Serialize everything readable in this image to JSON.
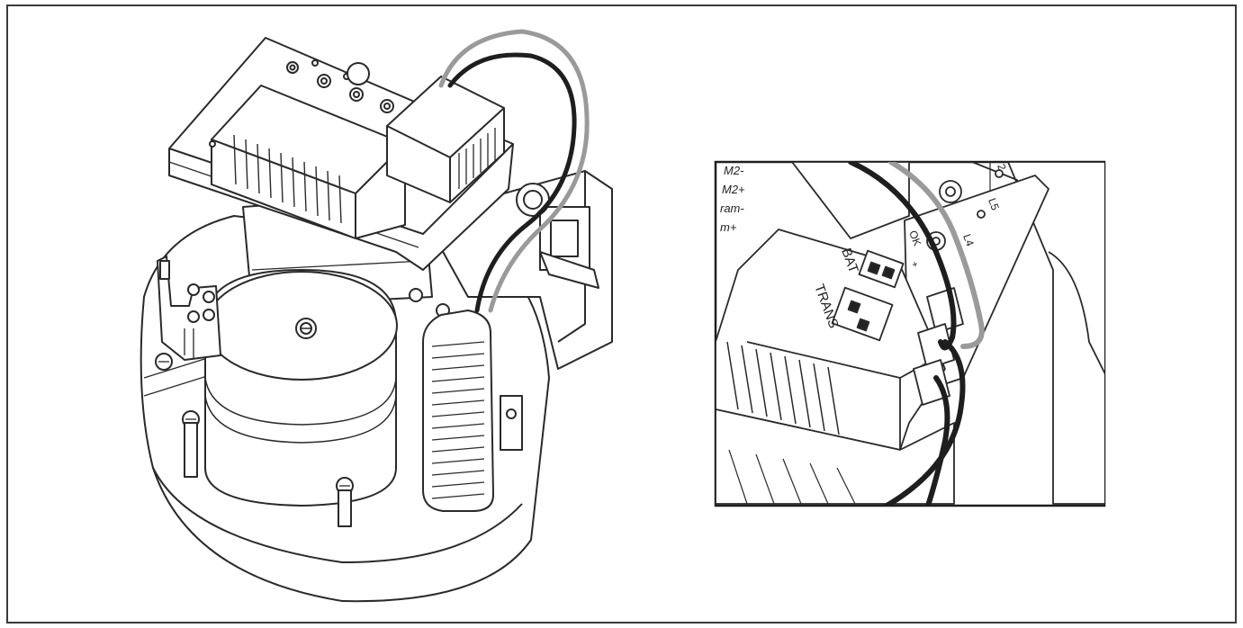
{
  "diagram": {
    "wire_colors": {
      "black": "#1e1e1e",
      "grey": "#9a9a9a",
      "line": "#2a2a2a"
    },
    "inset_labels": {
      "m2_minus": "M2-",
      "m2_plus": "M2+",
      "ram_minus": "ram-",
      "m_plus": "m+",
      "ok": "OK",
      "l4": "L4",
      "l5": "L5",
      "two": "2",
      "bat": "BAT",
      "trans": "TRANS",
      "plus": "+"
    }
  }
}
